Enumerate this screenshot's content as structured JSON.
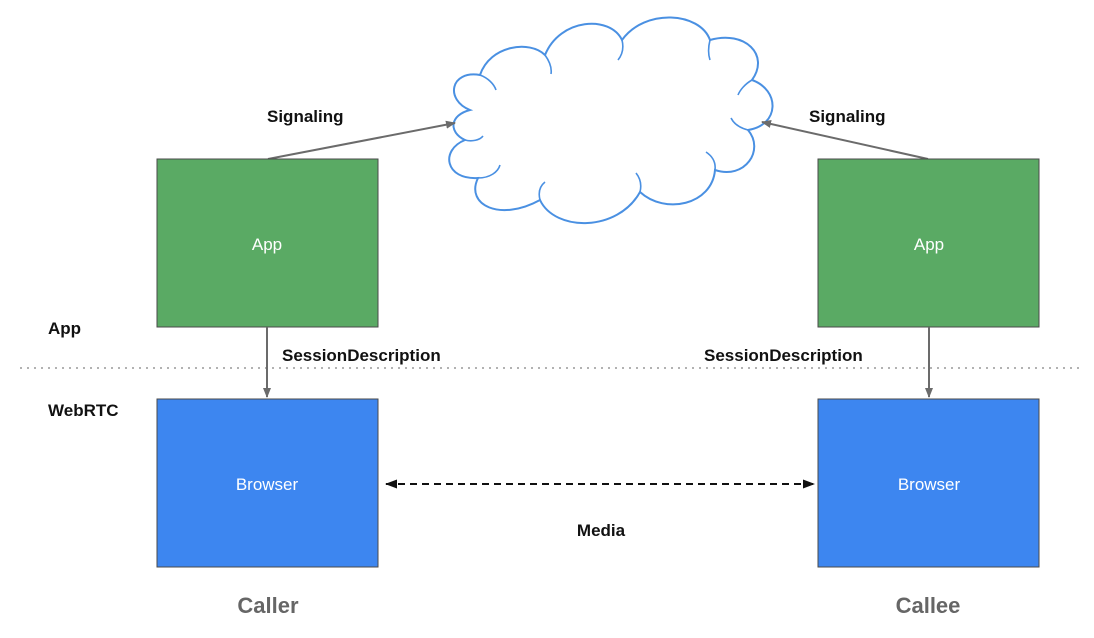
{
  "labels": {
    "signaling_left": "Signaling",
    "signaling_right": "Signaling",
    "layer_app": "App",
    "layer_webrtc": "WebRTC",
    "session_left": "SessionDescription",
    "session_right": "SessionDescription",
    "media": "Media",
    "caller": "Caller",
    "callee": "Callee"
  },
  "boxes": {
    "app_left": "App",
    "app_right": "App",
    "browser_left": "Browser",
    "browser_right": "Browser"
  },
  "colors": {
    "app_box": "#5aaa64",
    "browser_box": "#3d86f0",
    "cloud_stroke": "#4a90e2",
    "arrow": "#6b6b6b",
    "divider": "#999999"
  }
}
